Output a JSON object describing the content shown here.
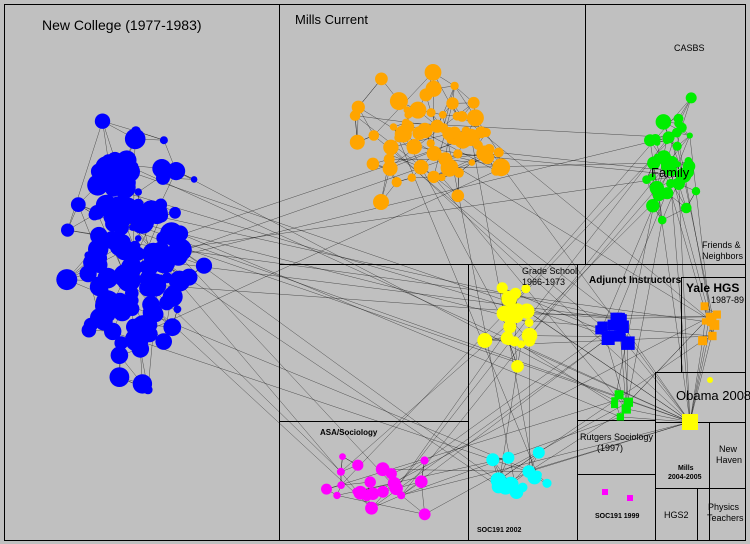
{
  "colors": {
    "background": "#c0c0c0",
    "panel_border": "#000000",
    "edge": "#000000",
    "new_college": "#0000ff",
    "mills": "#ffa500",
    "family": "#00ee00",
    "school": "#ffff00",
    "soc191_2002": "#00ffff",
    "asa": "#ff00ff",
    "adjunct": "#0000ff",
    "yale": "#ffa500",
    "obama": "#ffff00"
  },
  "labels": {
    "new_college": "New College (1977-1983)",
    "mills_current": "Mills Current",
    "casbs": "CASBS",
    "family": "Family",
    "friends_neighbors_1": "Friends &",
    "friends_neighbors_2": "Neighbors",
    "grade_school_1": "Grade School",
    "grade_school_2": "1966-1973",
    "adjunct": "Adjunct Instructors",
    "yale_hgs": "Yale HGS",
    "yale_years": "1987-89",
    "obama": "Obama 2008",
    "asa": "ASA/Sociology",
    "rutgers_1": "Rutgers Sociology",
    "rutgers_2": "(1997)",
    "mills_0405_1": "Mills",
    "mills_0405_2": "2004-2005",
    "new_haven_1": "New",
    "new_haven_2": "Haven",
    "soc191_1999": "SOC191 1999",
    "soc191_2002": "SOC191 2002",
    "hgs2": "HGS2",
    "physics_1": "Physics",
    "physics_2": "Teachers"
  }
}
